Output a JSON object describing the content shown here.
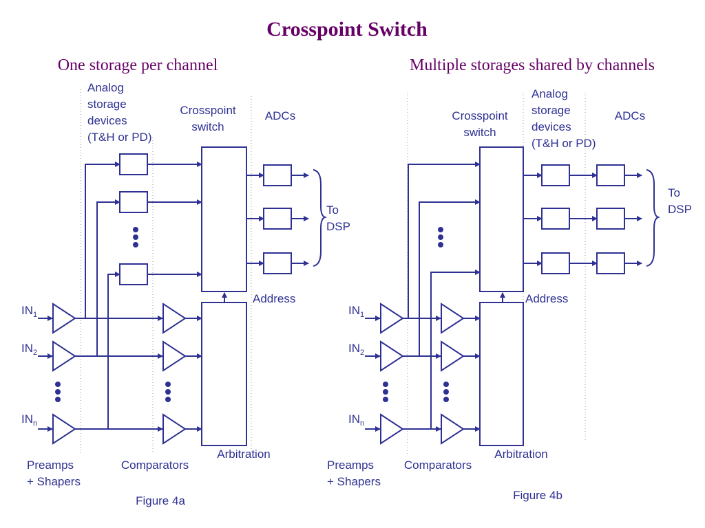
{
  "title": "Crosspoint Switch",
  "colors": {
    "title": "#660066",
    "diagram": "#2e3192"
  },
  "left": {
    "subtitle": "One storage per channel",
    "storage_label": [
      "Analog",
      "storage",
      "devices",
      "(T&H or PD)"
    ],
    "switch_label": [
      "Crosspoint",
      "switch"
    ],
    "adc_label": "ADCs",
    "to_dsp": [
      "To",
      "DSP"
    ],
    "address_label": "Address",
    "arbitration_label": "Arbitration",
    "in1": "IN",
    "in1_sub": "1",
    "in2": "IN",
    "in2_sub": "2",
    "inn": "IN",
    "inn_sub": "n",
    "preamps": [
      "Preamps",
      "+ Shapers"
    ],
    "comparators": "Comparators",
    "figure": "Figure 4a"
  },
  "right": {
    "subtitle": "Multiple storages shared by channels",
    "storage_label": [
      "Analog",
      "storage",
      "devices",
      "(T&H or PD)"
    ],
    "switch_label": [
      "Crosspoint",
      "switch"
    ],
    "adc_label": "ADCs",
    "to_dsp": [
      "To",
      "DSP"
    ],
    "address_label": "Address",
    "arbitration_label": "Arbitration",
    "in1": "IN",
    "in1_sub": "1",
    "in2": "IN",
    "in2_sub": "2",
    "inn": "IN",
    "inn_sub": "n",
    "preamps": [
      "Preamps",
      "+ Shapers"
    ],
    "comparators": "Comparators",
    "figure": "Figure 4b"
  }
}
